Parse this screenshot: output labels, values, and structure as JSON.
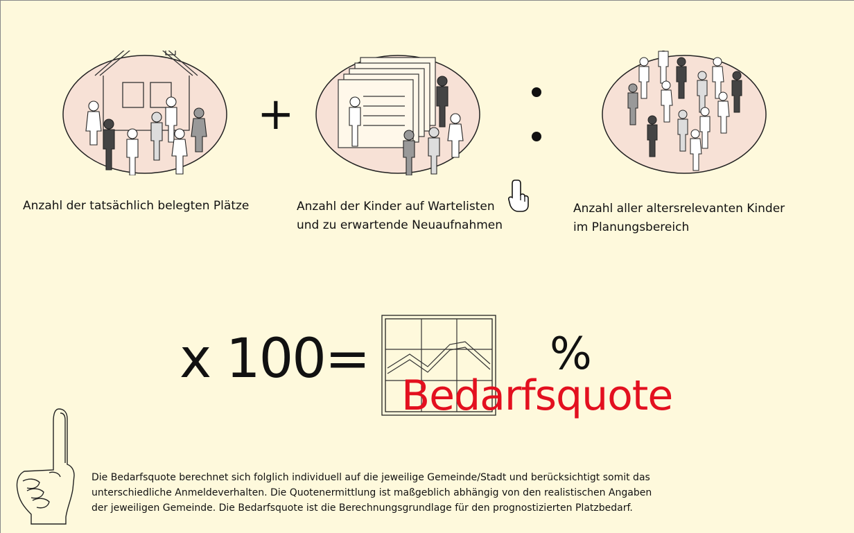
{
  "colors": {
    "background": "#fef9dc",
    "circle_fill": "#f7e1d6",
    "accent_red": "#e3101f",
    "text": "#111111"
  },
  "group_placed": {
    "icon": "house-with-children-icon",
    "label": "Anzahl der tatsächlich belegten Plätze"
  },
  "operator_plus": "+",
  "group_waiting": {
    "icon": "waiting-list-documents-icon",
    "label_line1": "Anzahl der Kinder auf Wartelisten",
    "label_line2": "und zu erwartende Neuaufnahmen",
    "pointer_icon": "hand-cursor-icon"
  },
  "operator_divide": ":",
  "group_all": {
    "icon": "crowd-of-children-icon",
    "label_line1": "Anzahl aller altersrelevanten Kinder",
    "label_line2": "im Planungsbereich"
  },
  "result": {
    "formula": "x 100=",
    "chart_icon": "line-chart-grid-icon",
    "percent": "%",
    "title": "Bedarfsquote"
  },
  "note": {
    "icon": "raised-index-finger-hand-icon",
    "line1": "Die Bedarfsquote berechnet sich folglich individuell auf die jeweilige Gemeinde/Stadt und berücksichtigt somit das",
    "line2": "unterschiedliche Anmeldeverhalten. Die Quotenermittlung ist maßgeblich abhängig von den realistischen Angaben",
    "line3": "der jeweiligen Gemeinde. Die Bedarfsquote ist die Berechnungsgrundlage für den prognostizierten Platzbedarf."
  }
}
